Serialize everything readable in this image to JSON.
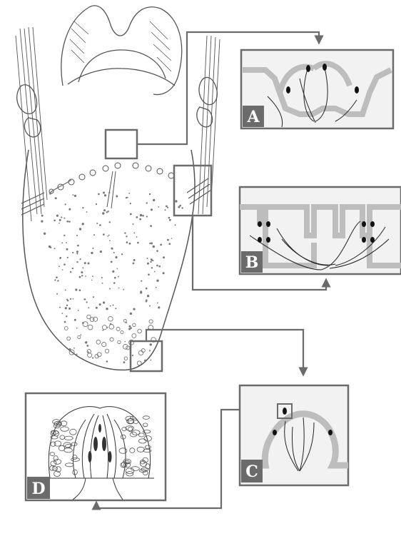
{
  "panels": {
    "A": {
      "label": "A"
    },
    "B": {
      "label": "B"
    },
    "C": {
      "label": "C"
    },
    "D": {
      "label": "D"
    }
  },
  "colors": {
    "stroke": "#555555",
    "panel_frame": "#6b6b6b",
    "epithelium": "#bdbdbd",
    "panel_fill": "#f2f2f2",
    "label_bg": "#6b6b6b",
    "label_text": "#ffffff",
    "receptor": "#111111"
  }
}
